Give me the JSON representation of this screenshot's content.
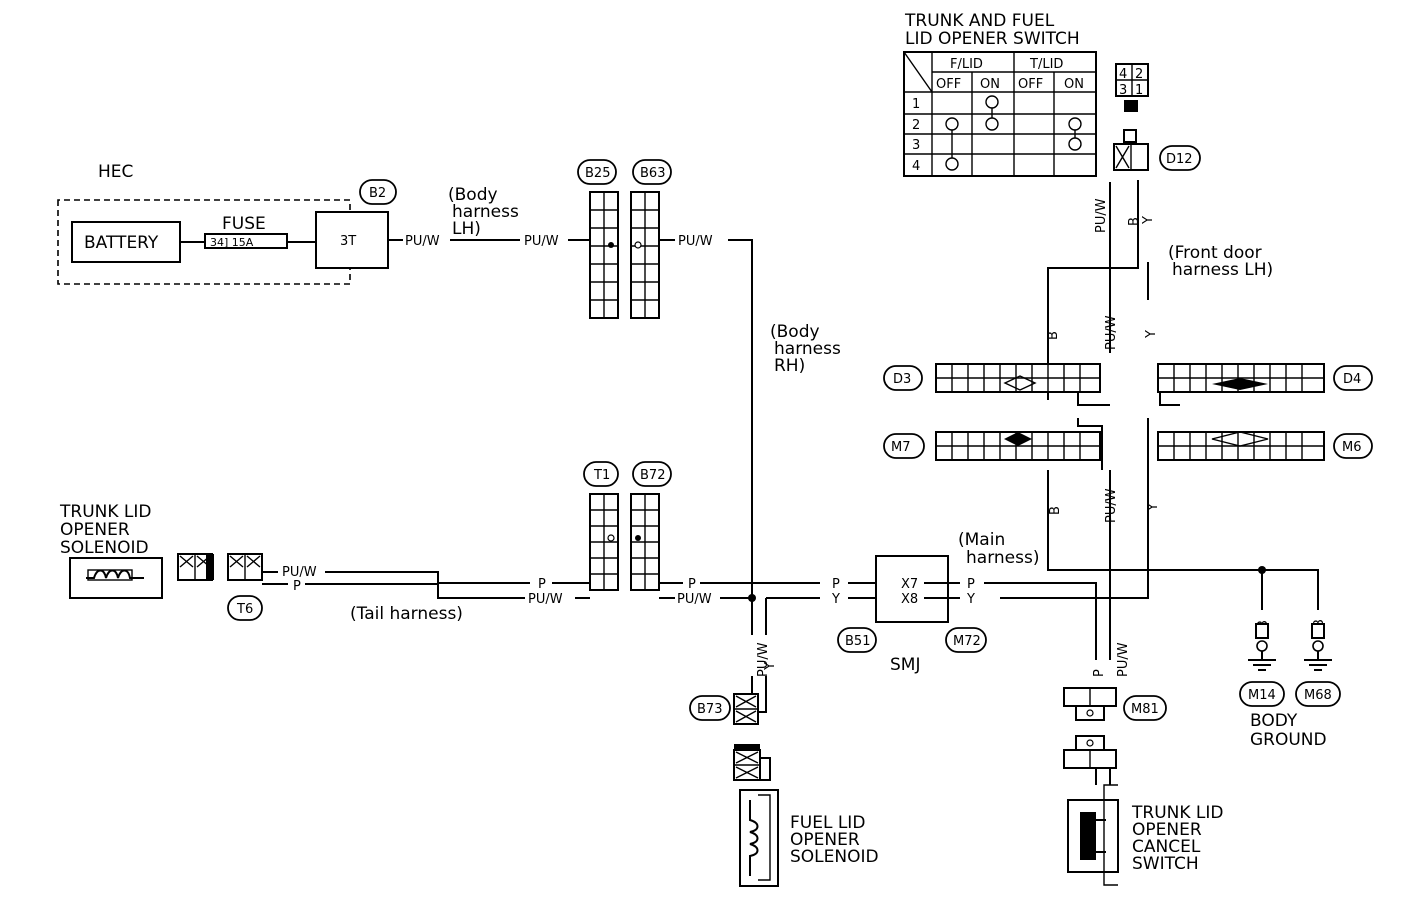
{
  "hec_label": "HEC",
  "battery_label": "BATTERY",
  "fuse_label": "FUSE",
  "fuse_rating": "34] 15A",
  "terminal_3t": "3T",
  "wire_colors": {
    "pu_w": "PU/W",
    "p": "P",
    "y": "Y",
    "b": "B"
  },
  "connectors": {
    "b2": "B2",
    "b25": "B25",
    "b63": "B63",
    "t1": "T1",
    "b72": "B72",
    "t6": "T6",
    "b51": "B51",
    "m72": "M72",
    "b73": "B73",
    "m81": "M81",
    "d3": "D3",
    "d4": "D4",
    "m7": "M7",
    "m6": "M6",
    "d12": "D12",
    "m14": "M14",
    "m68": "M68"
  },
  "harness": {
    "body_lh": [
      "(Body",
      "harness",
      "LH)"
    ],
    "body_rh": [
      "(Body",
      "harness",
      "RH)"
    ],
    "tail": "(Tail harness)",
    "main": [
      "(Main",
      "harness)"
    ],
    "front_door_lh": [
      "(Front door",
      "harness LH)"
    ]
  },
  "smj": {
    "label": "SMJ",
    "x7": "X7",
    "x8": "X8"
  },
  "components": {
    "trunk_lid_solenoid": [
      "TRUNK LID",
      "OPENER",
      "SOLENOID"
    ],
    "fuel_lid_solenoid": [
      "FUEL LID",
      "OPENER",
      "SOLENOID"
    ],
    "cancel_switch": [
      "TRUNK LID",
      "OPENER",
      "CANCEL",
      "SWITCH"
    ],
    "body_ground": [
      "BODY",
      "GROUND"
    ],
    "opener_switch_title": [
      "TRUNK AND FUEL",
      "LID OPENER SWITCH"
    ]
  },
  "switch_table": {
    "groups": [
      "F/LID",
      "T/LID"
    ],
    "columns": [
      "OFF",
      "ON",
      "OFF",
      "ON"
    ],
    "rows": [
      "1",
      "2",
      "3",
      "4"
    ]
  },
  "d12_pins": [
    "4",
    "2",
    "3",
    "1"
  ]
}
